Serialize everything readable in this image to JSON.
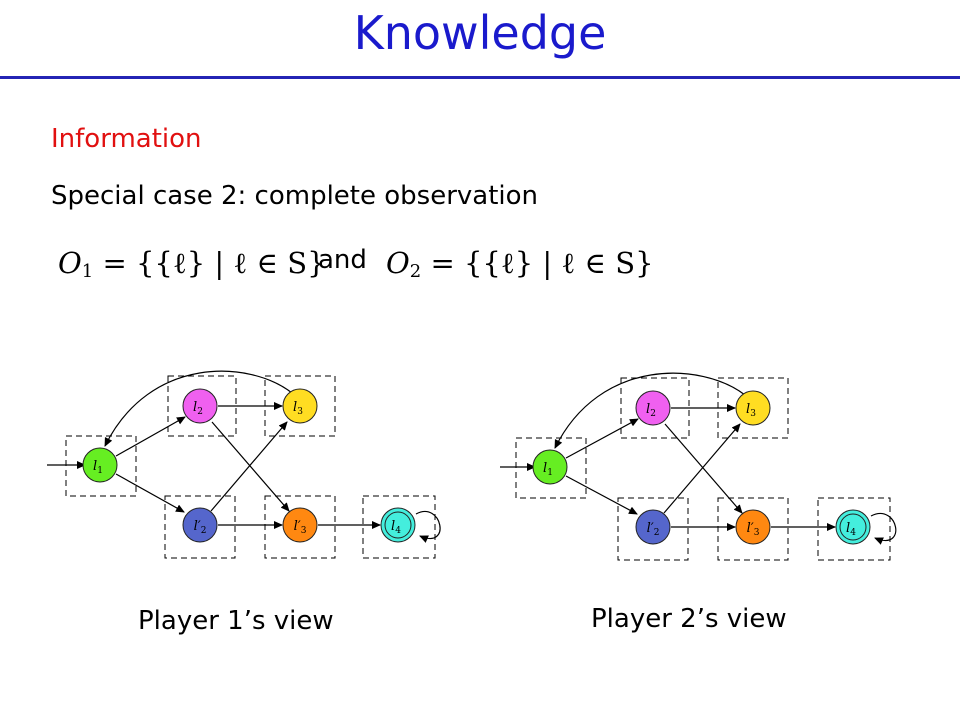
{
  "slide": {
    "title": "Knowledge",
    "section": "Information",
    "case_line": "Special case 2: complete observation",
    "obs1": {
      "symbol": "O",
      "index": "1",
      "rest": " = {{ℓ} | ℓ ∈ S}"
    },
    "connector": "and",
    "obs2": {
      "symbol": "O",
      "index": "2",
      "rest": " = {{ℓ} | ℓ ∈ S}"
    }
  },
  "graph": {
    "nodes": [
      {
        "id": "l1",
        "base": "l",
        "sub": "1",
        "prime": "",
        "color": "#66ee22"
      },
      {
        "id": "l2",
        "base": "l",
        "sub": "2",
        "prime": "",
        "color": "#f060f0"
      },
      {
        "id": "l3",
        "base": "l",
        "sub": "3",
        "prime": "",
        "color": "#ffdd22"
      },
      {
        "id": "l2p",
        "base": "l",
        "sub": "2",
        "prime": "′",
        "color": "#5566cc"
      },
      {
        "id": "l3p",
        "base": "l",
        "sub": "3",
        "prime": "′",
        "color": "#ff8811"
      },
      {
        "id": "l4",
        "base": "l",
        "sub": "4",
        "prime": "",
        "color": "#44eedd",
        "accepting": true
      }
    ],
    "edges": [
      [
        "l1",
        "l2"
      ],
      [
        "l1",
        "l2p"
      ],
      [
        "l2",
        "l3"
      ],
      [
        "l2",
        "l3p"
      ],
      [
        "l2p",
        "l3"
      ],
      [
        "l2p",
        "l3p"
      ],
      [
        "l3p",
        "l4"
      ],
      [
        "l4",
        "l4"
      ],
      [
        "l3",
        "l1"
      ]
    ],
    "initial": "l1"
  },
  "views": [
    {
      "caption": "Player 1’s view"
    },
    {
      "caption": "Player 2’s view"
    }
  ]
}
